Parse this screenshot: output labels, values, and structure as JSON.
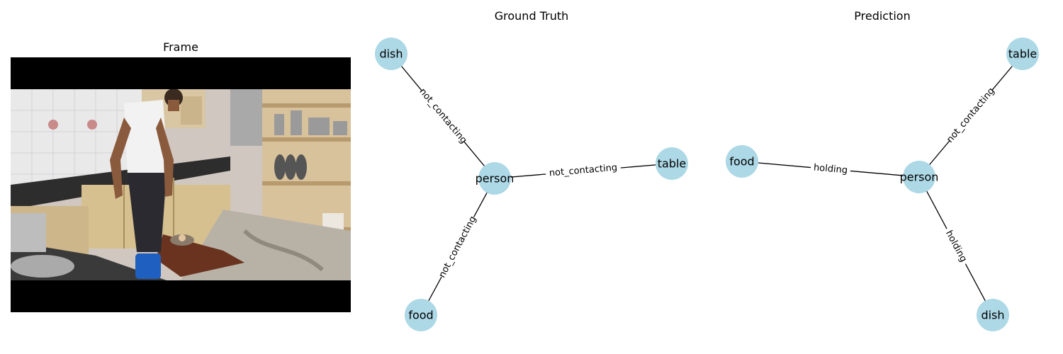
{
  "panels": {
    "frame_title": "Frame",
    "gt_title": "Ground Truth",
    "pred_title": "Prediction"
  },
  "colors": {
    "node_fill": "#add8e6",
    "edge_stroke": "#000000"
  },
  "ground_truth": {
    "nodes": [
      "person",
      "dish",
      "table",
      "food"
    ],
    "edges": [
      {
        "from": "person",
        "to": "dish",
        "label": "not_contacting"
      },
      {
        "from": "person",
        "to": "table",
        "label": "not_contacting"
      },
      {
        "from": "person",
        "to": "food",
        "label": "not_contacting"
      }
    ]
  },
  "prediction": {
    "nodes": [
      "person",
      "table",
      "food",
      "dish"
    ],
    "edges": [
      {
        "from": "person",
        "to": "table",
        "label": "not_contacting"
      },
      {
        "from": "person",
        "to": "food",
        "label": "holding"
      },
      {
        "from": "person",
        "to": "dish",
        "label": "holding"
      }
    ]
  }
}
